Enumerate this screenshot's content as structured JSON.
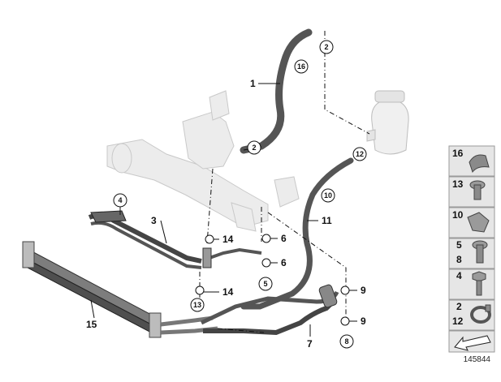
{
  "diagram_id": "145844",
  "callouts": [
    {
      "num": "1"
    },
    {
      "num": "3"
    },
    {
      "num": "6"
    },
    {
      "num": "6"
    },
    {
      "num": "14"
    },
    {
      "num": "14"
    },
    {
      "num": "11"
    },
    {
      "num": "9"
    },
    {
      "num": "9"
    },
    {
      "num": "15"
    },
    {
      "num": "7"
    }
  ],
  "circled_callouts": [
    {
      "num": "16"
    },
    {
      "num": "2"
    },
    {
      "num": "2"
    },
    {
      "num": "12"
    },
    {
      "num": "10"
    },
    {
      "num": "4"
    },
    {
      "num": "5"
    },
    {
      "num": "13"
    },
    {
      "num": "8"
    }
  ],
  "legend": [
    {
      "nums": [
        "16"
      ],
      "icon": "clamp-icon"
    },
    {
      "nums": [
        "13"
      ],
      "icon": "banjo-bolt-icon"
    },
    {
      "nums": [
        "10"
      ],
      "icon": "hose-clip-icon"
    },
    {
      "nums": [
        "5",
        "8"
      ],
      "icon": "hollow-bolt-icon"
    },
    {
      "nums": [
        "4"
      ],
      "icon": "hex-bolt-icon"
    },
    {
      "nums": [
        "2",
        "12"
      ],
      "icon": "hose-clamp-icon"
    },
    {
      "nums": [],
      "icon": "direction-arrow-icon"
    }
  ]
}
